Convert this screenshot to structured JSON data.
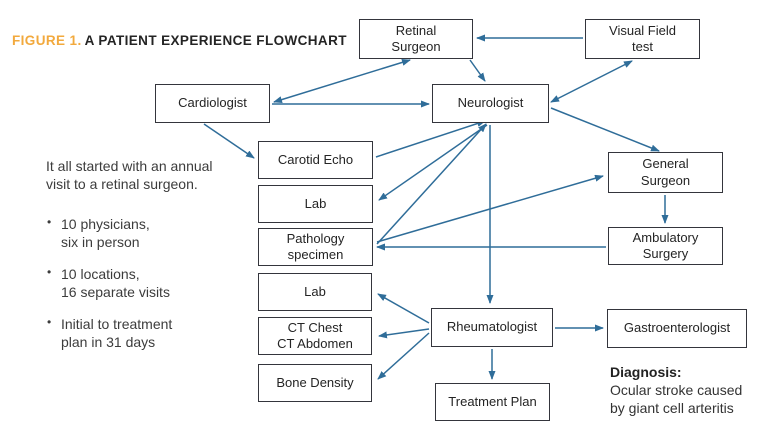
{
  "title": {
    "figure_label": "FIGURE 1.",
    "text": "A PATIENT EXPERIENCE FLOWCHART"
  },
  "intro": {
    "paragraph": "It all started with an annual visit to a retinal surgeon.",
    "bullets": [
      "10 physicians,\nsix in person",
      "10 locations,\n16 separate visits",
      "Initial to treatment\nplan in 31 days"
    ]
  },
  "diagnosis": {
    "label": "Diagnosis:",
    "line1": "Ocular stroke caused",
    "line2": "by giant cell arteritis"
  },
  "nodes": [
    {
      "id": "retinal_surgeon",
      "label": "Retinal\nSurgeon"
    },
    {
      "id": "visual_field_test",
      "label": "Visual Field\ntest"
    },
    {
      "id": "cardiologist",
      "label": "Cardiologist"
    },
    {
      "id": "neurologist",
      "label": "Neurologist"
    },
    {
      "id": "carotid_echo",
      "label": "Carotid Echo"
    },
    {
      "id": "lab_1",
      "label": "Lab"
    },
    {
      "id": "pathology_specimen",
      "label": "Pathology\nspecimen"
    },
    {
      "id": "general_surgeon",
      "label": "General\nSurgeon"
    },
    {
      "id": "ambulatory_surgery",
      "label": "Ambulatory\nSurgery"
    },
    {
      "id": "lab_2",
      "label": "Lab"
    },
    {
      "id": "ct_chest_abdomen",
      "label": "CT Chest\nCT Abdomen"
    },
    {
      "id": "bone_density",
      "label": "Bone Density"
    },
    {
      "id": "rheumatologist",
      "label": "Rheumatologist"
    },
    {
      "id": "treatment_plan",
      "label": "Treatment Plan"
    },
    {
      "id": "gastroenterologist",
      "label": "Gastroenterologist"
    }
  ],
  "edges": [
    {
      "from": "visual_field_test",
      "to": "retinal_surgeon",
      "arrows": "end"
    },
    {
      "from": "retinal_surgeon",
      "to": "neurologist",
      "arrows": "end"
    },
    {
      "from": "cardiologist",
      "to": "retinal_surgeon",
      "arrows": "both"
    },
    {
      "from": "cardiologist",
      "to": "neurologist",
      "arrows": "end"
    },
    {
      "from": "cardiologist",
      "to": "carotid_echo",
      "arrows": "end"
    },
    {
      "from": "carotid_echo",
      "to": "neurologist",
      "arrows": "end"
    },
    {
      "from": "neurologist",
      "to": "lab_1",
      "arrows": "end"
    },
    {
      "from": "pathology_specimen",
      "to": "neurologist",
      "arrows": "end"
    },
    {
      "from": "neurologist",
      "to": "visual_field_test",
      "arrows": "both"
    },
    {
      "from": "neurologist",
      "to": "general_surgeon",
      "arrows": "end"
    },
    {
      "from": "general_surgeon",
      "to": "ambulatory_surgery",
      "arrows": "end"
    },
    {
      "from": "ambulatory_surgery",
      "to": "pathology_specimen",
      "arrows": "end"
    },
    {
      "from": "pathology_specimen",
      "to": "general_surgeon",
      "arrows": "end"
    },
    {
      "from": "neurologist",
      "to": "rheumatologist",
      "arrows": "end"
    },
    {
      "from": "rheumatologist",
      "to": "lab_2",
      "arrows": "end"
    },
    {
      "from": "rheumatologist",
      "to": "ct_chest_abdomen",
      "arrows": "end"
    },
    {
      "from": "rheumatologist",
      "to": "bone_density",
      "arrows": "end"
    },
    {
      "from": "rheumatologist",
      "to": "gastroenterologist",
      "arrows": "end"
    },
    {
      "from": "rheumatologist",
      "to": "treatment_plan",
      "arrows": "end"
    }
  ],
  "colors": {
    "arrow": "#2f6d99",
    "box_border": "#34353c",
    "accent": "#f2a93d",
    "text": "#242424"
  }
}
